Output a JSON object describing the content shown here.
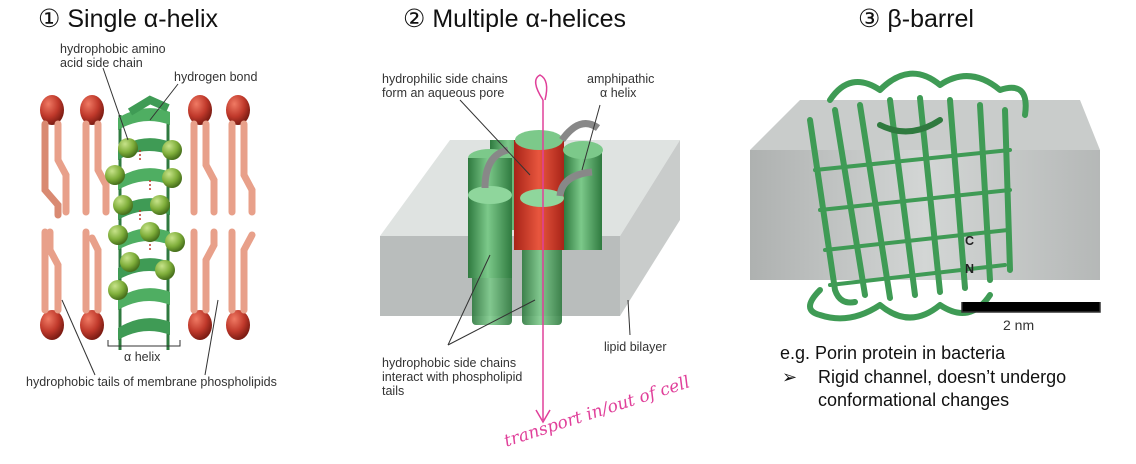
{
  "titles": {
    "panel1": "① Single α-helix",
    "panel2": "② Multiple α-helices",
    "panel3": "③ β-barrel"
  },
  "panel1": {
    "label_side_chain_1": "hydrophobic amino",
    "label_side_chain_2": "acid side chain",
    "label_hbond": "hydrogen bond",
    "label_helix": "α helix",
    "label_tails": "hydrophobic tails of membrane phospholipids"
  },
  "panel2": {
    "label_pore_1": "hydrophilic side chains",
    "label_pore_2": "form an aqueous pore",
    "label_amph_1": "amphipathic",
    "label_amph_2": "α helix",
    "label_bilayer": "lipid bilayer",
    "label_hydrophobic_1": "hydrophobic side chains",
    "label_hydrophobic_2": "interact with phospholipid",
    "label_hydrophobic_3": "tails",
    "annotation": "transport in/out of cell"
  },
  "panel3": {
    "label_c": "C",
    "label_n": "N",
    "scale": "2 nm",
    "example": "e.g. Porin protein in bacteria",
    "bullet_1": "Rigid channel, doesn’t undergo",
    "bullet_2": "conformational changes"
  },
  "colors": {
    "lipid_head": "#c0392b",
    "lipid_tail": "#e8a08a",
    "helix_green": "#3f9b55",
    "membrane_grey": "#c9cccb",
    "pore_red": "#d9452f",
    "annotation_pink": "#e0409a"
  }
}
